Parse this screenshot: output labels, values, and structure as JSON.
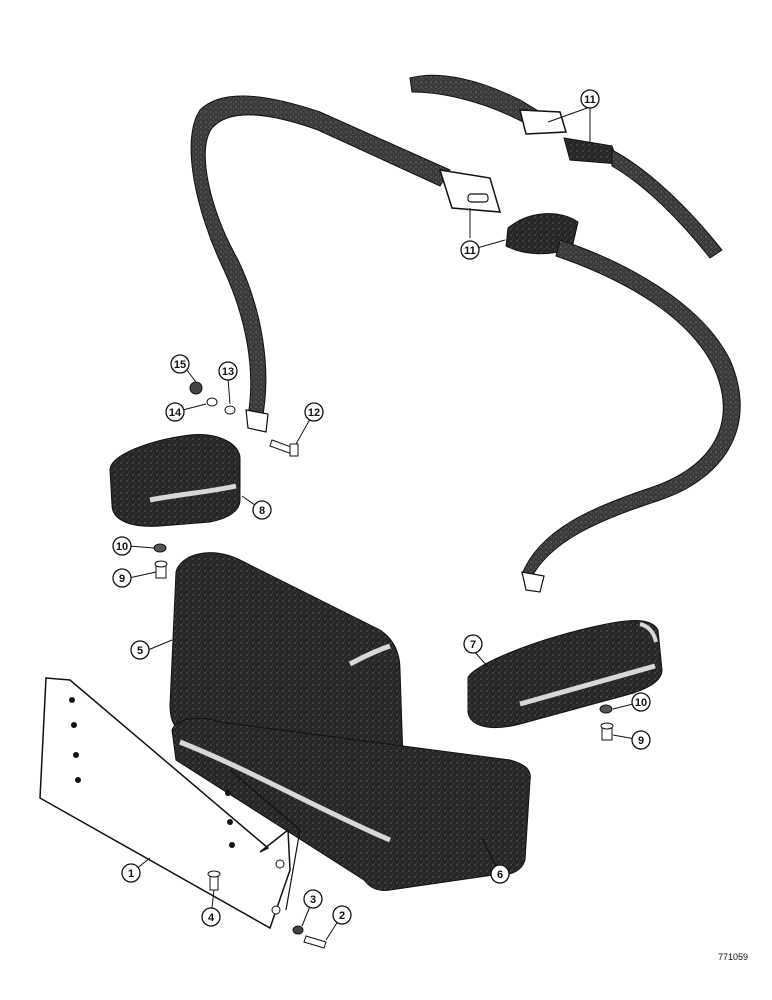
{
  "figure": {
    "reference_number": "771059",
    "callouts": [
      {
        "id": "c1",
        "label": "1"
      },
      {
        "id": "c2",
        "label": "2"
      },
      {
        "id": "c3",
        "label": "3"
      },
      {
        "id": "c4",
        "label": "4"
      },
      {
        "id": "c5",
        "label": "5"
      },
      {
        "id": "c6",
        "label": "6"
      },
      {
        "id": "c7",
        "label": "7"
      },
      {
        "id": "c8",
        "label": "8"
      },
      {
        "id": "c9a",
        "label": "9"
      },
      {
        "id": "c9b",
        "label": "9"
      },
      {
        "id": "c10a",
        "label": "10"
      },
      {
        "id": "c10b",
        "label": "10"
      },
      {
        "id": "c11a",
        "label": "11"
      },
      {
        "id": "c11b",
        "label": "11"
      },
      {
        "id": "c12",
        "label": "12"
      },
      {
        "id": "c13",
        "label": "13"
      },
      {
        "id": "c14",
        "label": "14"
      },
      {
        "id": "c15",
        "label": "15"
      }
    ]
  },
  "colors": {
    "ink": "#111111",
    "fabric": "#2a2a2a",
    "highlight": "#cfcfcf",
    "paper": "#ffffff"
  }
}
